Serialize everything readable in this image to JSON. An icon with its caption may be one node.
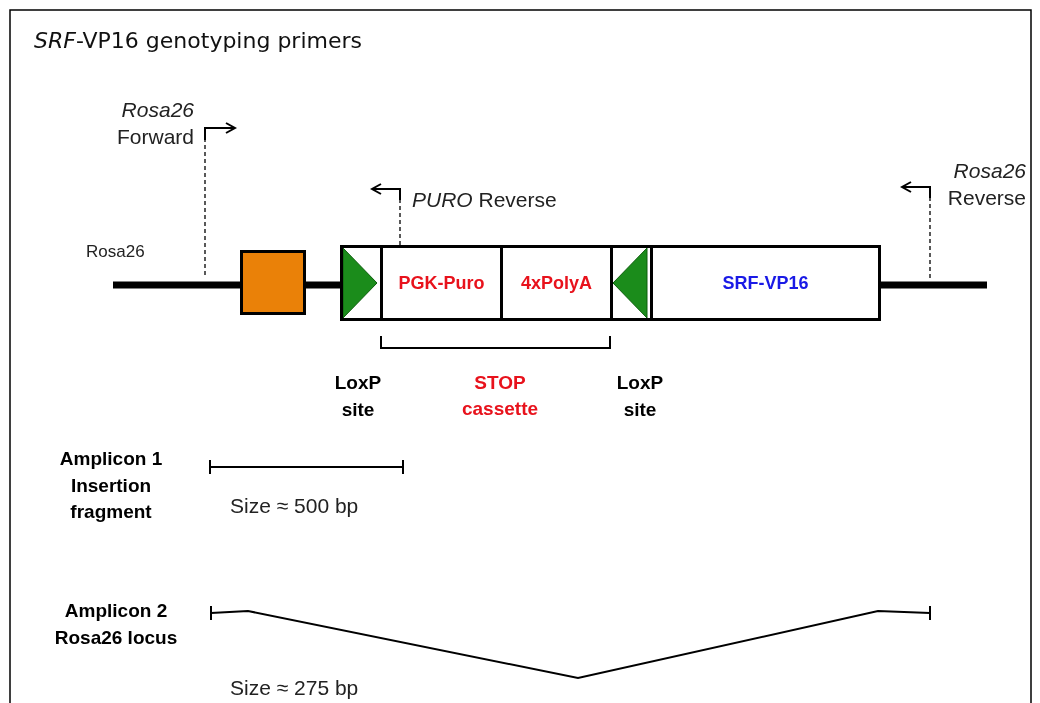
{
  "diagram": {
    "title": "*SRF*-VP16 genotyping primers",
    "nodes": [
      {
        "text": [],
        "shape": "box"
      },
      {
        "text": [],
        "shape": "triangle"
      },
      {
        "text": [
          "PGK-Puro"
        ]
      },
      {
        "text": [
          "4xPolyA"
        ]
      },
      {
        "text": [],
        "shape": "triangle"
      },
      {
        "text": [
          "SRF-VP16"
        ]
      }
    ],
    "edges": [],
    "labels": [
      "*Rosa26* Forward",
      "*PURO* Reverse",
      "*Rosa26* Reverse",
      "Rosa26",
      "LoxP site",
      "STOP cassette",
      "LoxP site",
      "Amplicon 1 Insertion fragment",
      "Size ≈ 500 bp",
      "Amplicon 2 Rosa26 locus",
      "Size ≈ 275 bp"
    ]
  }
}
